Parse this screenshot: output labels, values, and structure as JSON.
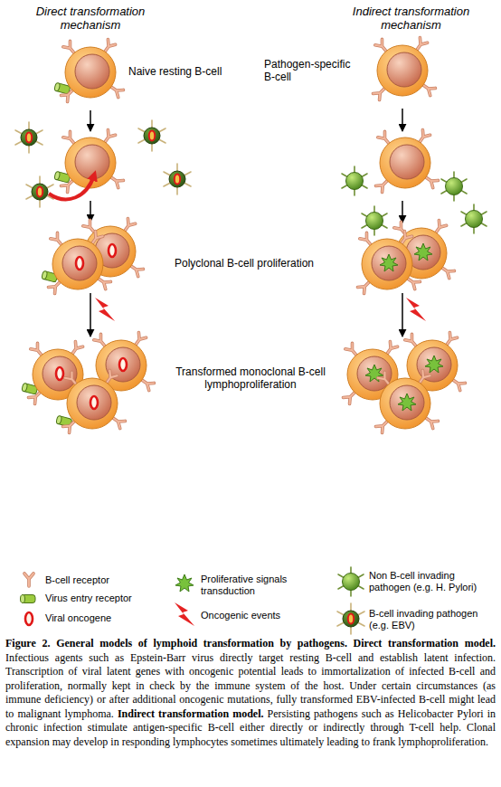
{
  "diagram": {
    "caption": "Figure 2. General models of lymphoid transformation by pathogens. Direct transformation model. Infectious agents such as Epstein-Barr virus directly target resting B-cell and establish latent infection. Transcription of viral latent genes with oncogenic potential leads to immortalization of infected B-cell and proliferation, normally kept in check by the immune system of the host. Under certain circumstances (as immune deficiency) or after additional oncogenic mutations, fully transformed EBV-infected B-cell might lead to malignant lymphoma. Indirect transformation model. Persisting pathogens such as Helicobacter Pylori in chronic infection stimulate antigen-specific B-cell either directly or indirectly through T-cell help. Clonal expansion may develop in responding lymphocytes sometimes ultimately leading to frank lymphoproliferation.",
    "labels": [
      "Direct transformation mechanism",
      "Indirect transformation mechanism",
      "Naive resting B-cell",
      "Pathogen-specific B-cell",
      "Polyclonal B-cell proliferation",
      "Transformed monoclonal B-cell lymphoproliferation"
    ],
    "legend": [
      {
        "text": "B-cell receptor"
      },
      {
        "text": "Proliferative signals transduction"
      },
      {
        "text": "Non B-cell invading pathogen (e.g. H. Pylori)"
      },
      {
        "text": "Virus entry receptor"
      },
      {
        "text": "Viral oncogene"
      },
      {
        "text": "Oncogenic events"
      },
      {
        "text": "B-cell invading pathogen (e.g. EBV)"
      }
    ]
  }
}
